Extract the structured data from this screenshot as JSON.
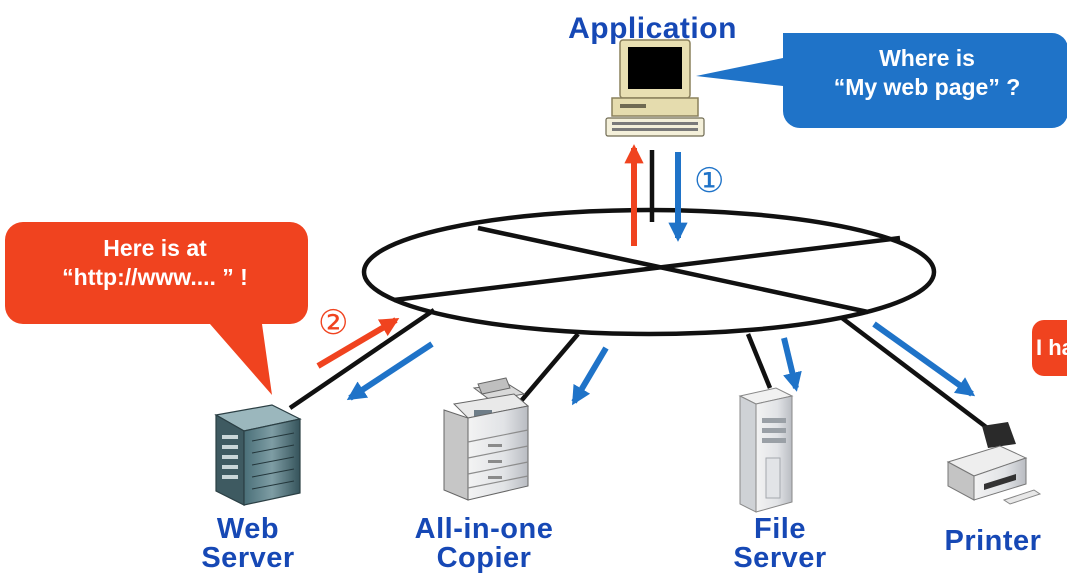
{
  "nodes": {
    "application": "Application",
    "web_server_line1": "Web",
    "web_server_line2": "Server",
    "copier_line1": "All-in-one",
    "copier_line2": "Copier",
    "file_server_line1": "File",
    "file_server_line2": "Server",
    "printer": "Printer"
  },
  "bubbles": {
    "query_line1": "Where is",
    "query_line2": "“My web page” ?",
    "answer_line1": "Here is at",
    "answer_line2": "“http://www.... ” !",
    "printer_partial": "I ha"
  },
  "steps": {
    "broadcast": "①",
    "reply": "②"
  },
  "colors": {
    "label_blue": "#1648b5",
    "query_arrow": "#1f73c8",
    "reply_arrow": "#f0431f",
    "query_bubble": "#1f73c8",
    "answer_bubble": "#f0431f"
  },
  "icons": {
    "application": "desktop-computer-icon",
    "web_server": "server-tower-icon",
    "copier": "multifunction-copier-icon",
    "file_server": "file-server-tower-icon",
    "printer": "inkjet-printer-icon"
  }
}
